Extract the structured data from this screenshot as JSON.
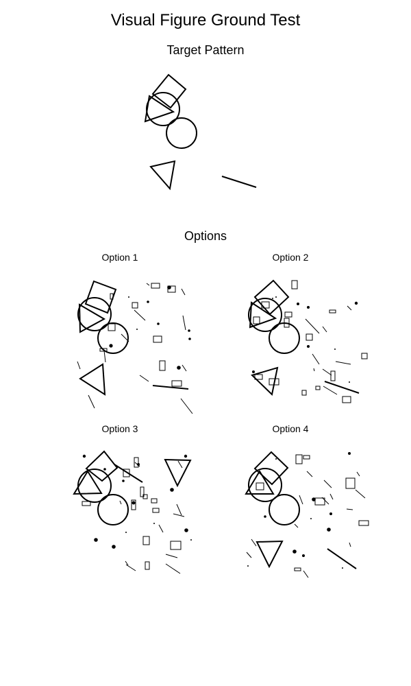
{
  "title": "Visual Figure Ground Test",
  "target": {
    "label": "Target Pattern"
  },
  "options_section": {
    "label": "Options"
  },
  "options": [
    {
      "label": "Option 1"
    },
    {
      "label": "Option 2"
    },
    {
      "label": "Option 3"
    },
    {
      "label": "Option 4"
    }
  ]
}
